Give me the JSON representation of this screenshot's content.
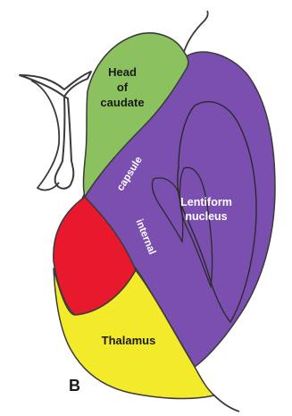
{
  "diagram": {
    "panel_letter": "B",
    "labels": {
      "caudate_line1": "Head",
      "caudate_line2": "of",
      "caudate_line3": "caudate",
      "capsule": "capsule",
      "internal": "internal",
      "lentiform_line1": "Lentiform",
      "lentiform_line2": "nucleus",
      "thalamus": "Thalamus"
    },
    "colors": {
      "caudate": "#8cc15f",
      "internal_capsule": "#7a4fb0",
      "lentiform_nucleus": "#7a4fb0",
      "red_region": "#e8192c",
      "thalamus": "#f3ea2a",
      "outline": "#3a3a3a"
    }
  }
}
